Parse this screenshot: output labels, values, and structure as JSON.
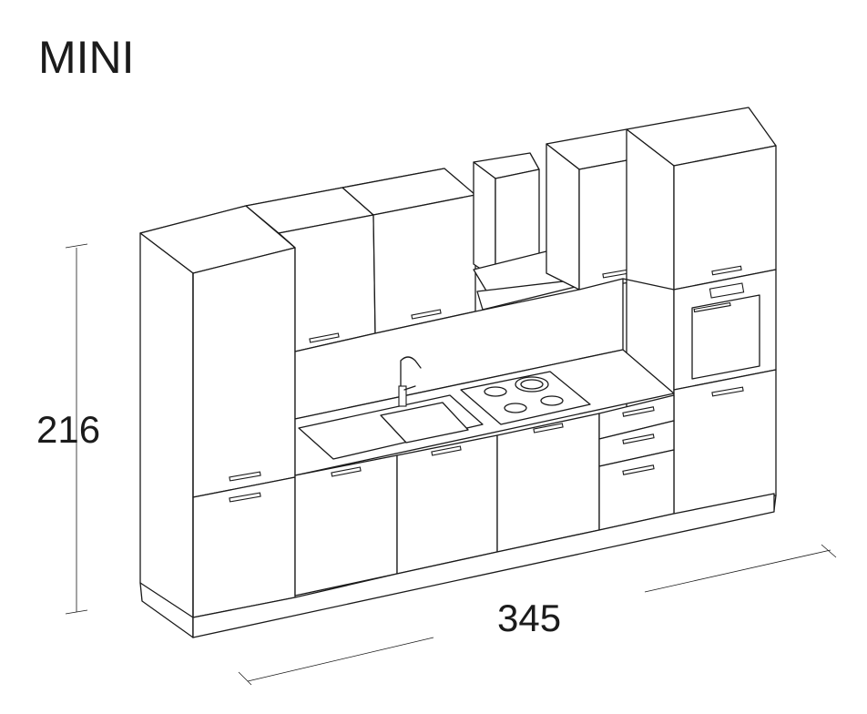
{
  "title": "MINI",
  "dimensions": {
    "height": "216",
    "width": "345"
  }
}
